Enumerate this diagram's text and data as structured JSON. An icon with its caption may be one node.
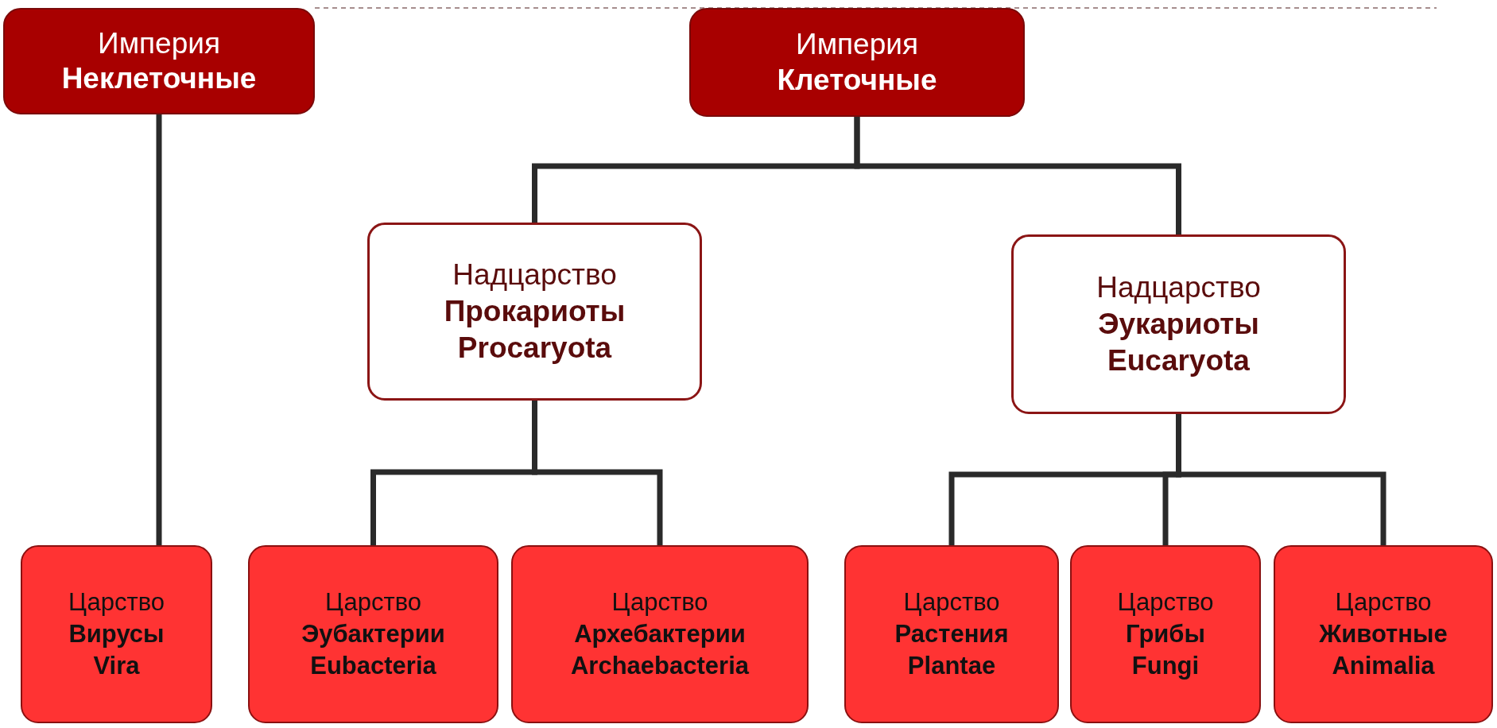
{
  "diagram": {
    "nodes": [
      {
        "text": [
          "Империя",
          "Неклеточные"
        ]
      },
      {
        "text": [
          "Империя",
          "Клеточные"
        ]
      },
      {
        "text": [
          "Надцарство",
          "Прокариоты",
          "Procaryota"
        ]
      },
      {
        "text": [
          "Надцарство",
          "Эукариоты",
          "Eucaryota"
        ]
      },
      {
        "text": [
          "Царство",
          "Вирусы",
          "Vira"
        ]
      },
      {
        "text": [
          "Царство",
          "Эубактерии",
          "Eubacteria"
        ]
      },
      {
        "text": [
          "Царство",
          "Архебактерии",
          "Archaebacteria"
        ]
      },
      {
        "text": [
          "Царство",
          "Растения",
          "Plantae"
        ]
      },
      {
        "text": [
          "Царство",
          "Грибы",
          "Fungi"
        ]
      },
      {
        "text": [
          "Царство",
          "Животные",
          "Animalia"
        ]
      }
    ],
    "edges": [
      {
        "from": 0,
        "to": 4,
        "arrow": "none"
      },
      {
        "from": 1,
        "to": 2,
        "arrow": "none"
      },
      {
        "from": 1,
        "to": 3,
        "arrow": "none"
      },
      {
        "from": 2,
        "to": 5,
        "arrow": "none"
      },
      {
        "from": 2,
        "to": 6,
        "arrow": "none"
      },
      {
        "from": 3,
        "to": 7,
        "arrow": "none"
      },
      {
        "from": 3,
        "to": 8,
        "arrow": "none"
      },
      {
        "from": 3,
        "to": 9,
        "arrow": "none"
      }
    ]
  }
}
